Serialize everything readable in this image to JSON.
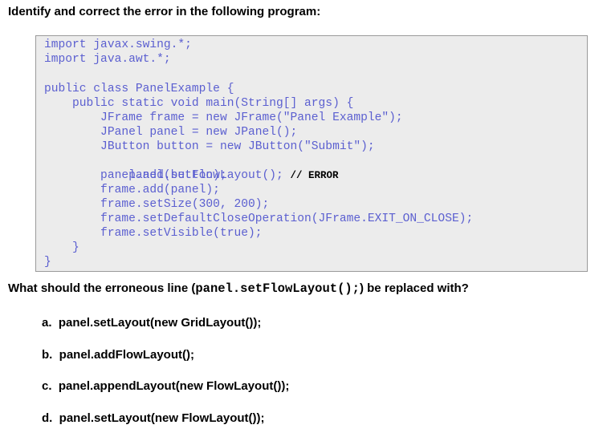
{
  "title": "Identify and correct the error in the following program:",
  "code": {
    "lines": [
      "import javax.swing.*;",
      "import java.awt.*;",
      "public class PanelExample {",
      "    public static void main(String[] args) {",
      "        JFrame frame = new JFrame(\"Panel Example\");",
      "        JPanel panel = new JPanel();",
      "        JButton button = new JButton(\"Submit\");",
      "        panel.setFlowLayout(); ",
      "        panel.add(button);",
      "        frame.add(panel);",
      "        frame.setSize(300, 200);",
      "        frame.setDefaultCloseOperation(JFrame.EXIT_ON_CLOSE);",
      "        frame.setVisible(true);",
      "    }",
      "}"
    ],
    "error_comment": "// ERROR"
  },
  "question": {
    "prefix": "What should the erroneous line (",
    "code": "panel.setFlowLayout();",
    "suffix": ") be replaced with?"
  },
  "options": [
    "a.  panel.setLayout(new GridLayout());",
    "b.  panel.addFlowLayout();",
    "c.  panel.appendLayout(new FlowLayout());",
    "d.  panel.setLayout(new FlowLayout());"
  ]
}
